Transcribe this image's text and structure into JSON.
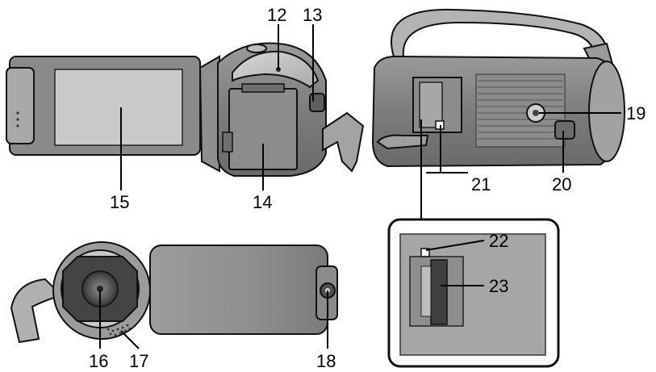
{
  "callouts": {
    "c12": "12",
    "c13": "13",
    "c14": "14",
    "c15": "15",
    "c16": "16",
    "c17": "17",
    "c18": "18",
    "c19": "19",
    "c20": "20",
    "c21": "21",
    "c22": "22",
    "c23": "23"
  }
}
